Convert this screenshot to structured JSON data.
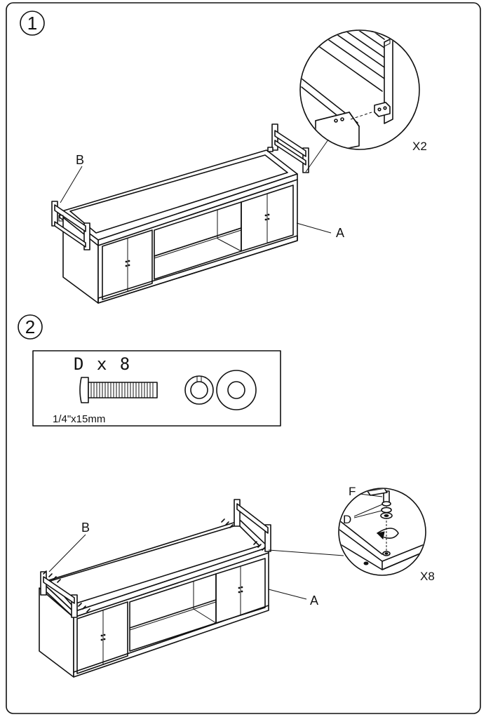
{
  "step1": {
    "number": "1",
    "label_b": "B",
    "label_a": "A",
    "detail_count": "X2"
  },
  "step2": {
    "number": "2",
    "part_box": {
      "title": "D  x  8",
      "size": "1/4\"x15mm"
    },
    "label_b": "B",
    "label_a": "A",
    "label_f": "F",
    "label_d": "D",
    "detail_count": "X8"
  }
}
